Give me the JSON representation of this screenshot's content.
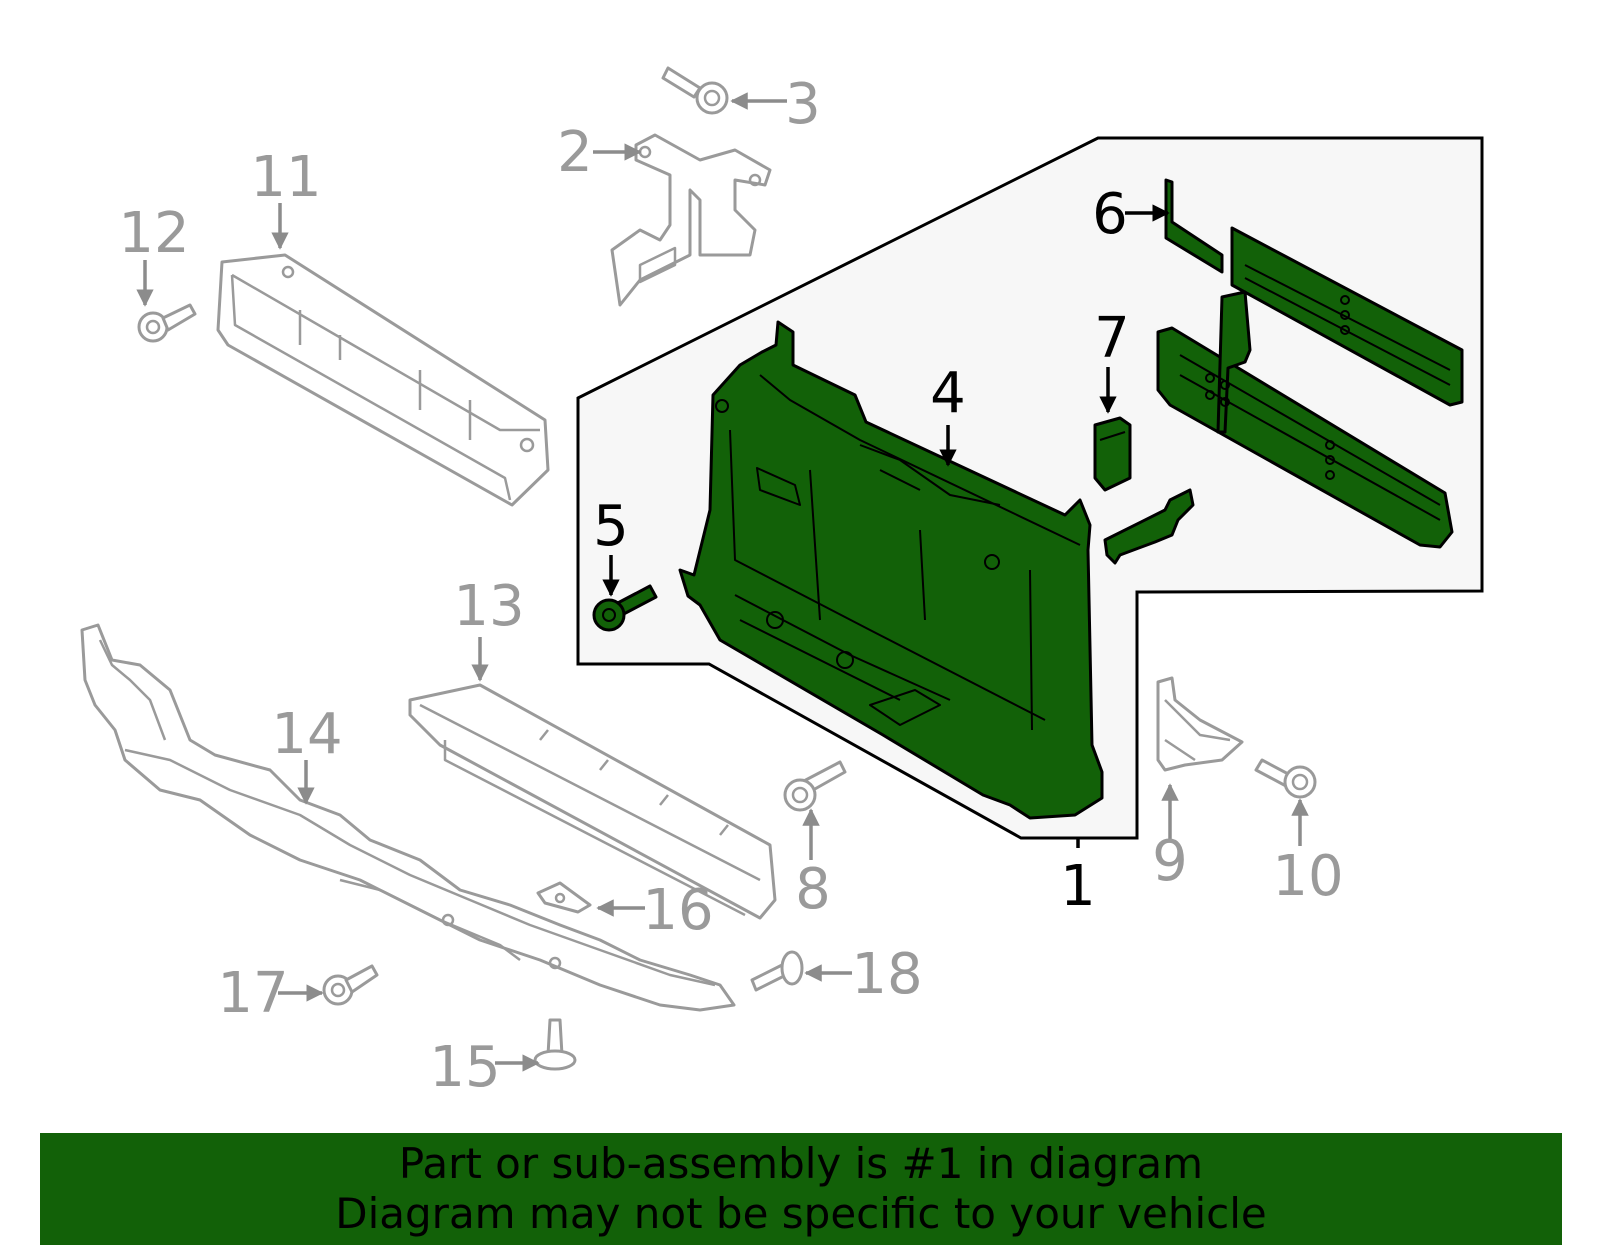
{
  "colors": {
    "highlight": "#126108",
    "outline_grey": "#9a9a9a",
    "inset_panel": "#f7f7f7",
    "banner_text": "#000000"
  },
  "callouts": {
    "c1": "1",
    "c2": "2",
    "c3": "3",
    "c4": "4",
    "c5": "5",
    "c6": "6",
    "c7": "7",
    "c8": "8",
    "c9": "9",
    "c10": "10",
    "c11": "11",
    "c12": "12",
    "c13": "13",
    "c14": "14",
    "c15": "15",
    "c16": "16",
    "c17": "17",
    "c18": "18"
  },
  "highlighted_part": "1",
  "banner": {
    "line1": "Part or sub-assembly is #1 in diagram",
    "line2": "Diagram may not be specific to your vehicle"
  }
}
